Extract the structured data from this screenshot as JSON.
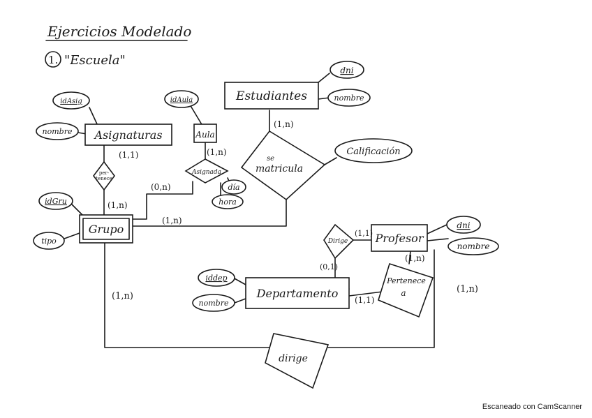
{
  "title": "Ejercicios Modelado",
  "exercise": {
    "number": "1.",
    "name": "\"Escuela\""
  },
  "entities": {
    "estudiantes": "Estudiantes",
    "asignaturas": "Asignaturas",
    "aula": "Aula",
    "grupo": "Grupo",
    "profesor": "Profesor",
    "departamento": "Departamento"
  },
  "relationships": {
    "matricula": [
      "se",
      "matricula"
    ],
    "pertenece_asig": [
      "per-",
      "tenece"
    ],
    "asignada": "Asignada",
    "dirige_dep": "Dirige",
    "pertenece_dep": [
      "Pertenece",
      "a"
    ],
    "dirige_grupo": "dirige"
  },
  "attributes": {
    "estudiantes_dni": "dni",
    "estudiantes_nombre": "nombre",
    "calificacion": "Calificación",
    "asig_id": "idAsig",
    "asig_nombre": "nombre",
    "aula_id": "idAula",
    "dia": "día",
    "hora": "hora",
    "grupo_id": "idGru",
    "tipo": "tipo",
    "profesor_dni": "dni",
    "profesor_nombre": "nombre",
    "dep_id": "iddep",
    "dep_nombre": "nombre"
  },
  "cardinalities": {
    "estudiantes_matricula": "(1,n)",
    "asig_pertenece": "(1,1)",
    "grupo_pertenece": "(1,n)",
    "aula_asignada": "(1,n)",
    "grupo_asignada": "(0,n)",
    "grupo_matricula": "(1,n)",
    "profesor_dirige": "(1,1)",
    "dep_dirige": "(0,1)",
    "profesor_pertenece": "(1,n)",
    "dep_pertenece": "(1,1)",
    "grupo_dirige": "(1,n)",
    "profesor_dirige_grupo": "(1,n)"
  },
  "footer": "Escaneado con CamScanner"
}
